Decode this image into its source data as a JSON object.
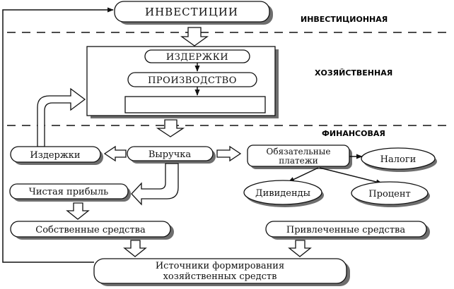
{
  "nodes": {
    "investments": "ИНВЕСТИЦИИ",
    "costs_upper": "ИЗДЕРЖКИ",
    "production": "ПРОИЗВОДСТВО",
    "costs_lower": "Издержки",
    "revenue": "Выручка",
    "mandatory_payments_line1": "Обязательные",
    "mandatory_payments_line2": "платежи",
    "taxes": "Налоги",
    "net_profit": "Чистая прибыль",
    "dividends": "Дивиденды",
    "interest": "Процент",
    "own_funds": "Собственные средства",
    "borrowed_funds": "Привлеченные средства",
    "sources_line1": "Источники формирования",
    "sources_line2": "хозяйственных средств"
  },
  "zones": {
    "investment": "ИНВЕСТИЦИОННАЯ",
    "economic": "ХОЗЯЙСТВЕННАЯ",
    "financial": "ФИНАНСОВАЯ"
  }
}
